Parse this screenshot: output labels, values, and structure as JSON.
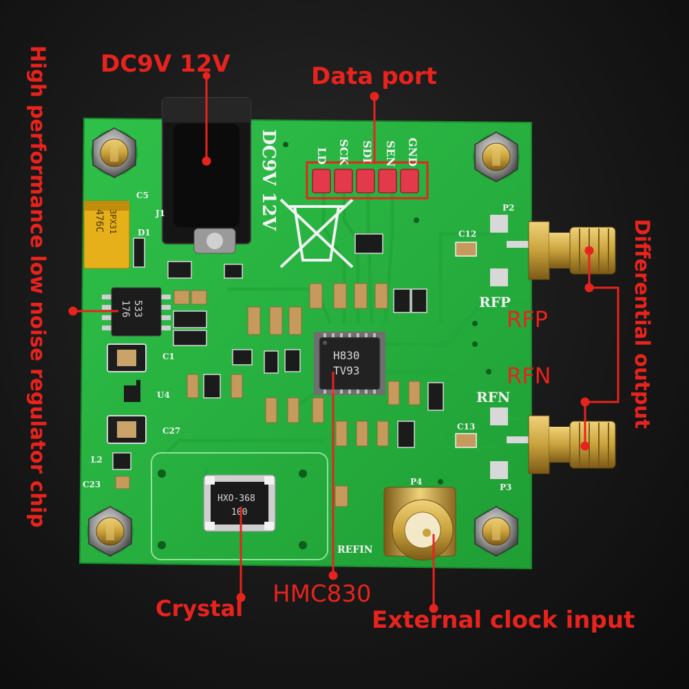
{
  "annotations": {
    "power_input": "DC9V 12V",
    "data_port": "Data port",
    "regulator": "High performance low noise regulator chip",
    "differential_output": "Differential output",
    "rfp": "RFP",
    "rfn": "RFN",
    "crystal": "Crystal",
    "main_chip": "HMC830",
    "ext_clock": "External clock input"
  },
  "silkscreen": {
    "power_label": "DC9V 12V",
    "pins": [
      "LD",
      "SCK",
      "SDI",
      "SEN",
      "GND"
    ],
    "rfp": "RFP",
    "rfn": "RFN",
    "refin": "REFIN",
    "p2": "P2",
    "p3": "P3",
    "p4": "P4",
    "j1": "J1",
    "c12": "C12",
    "c13": "C13",
    "u4": "U4",
    "c27": "C27",
    "c1": "C1",
    "l2": "L2",
    "c23": "C23",
    "c5": "C5",
    "d1": "D1"
  },
  "chips": {
    "main_line1": "H830",
    "main_line2": "TV93",
    "crystal_line1": "HXO-368",
    "crystal_line2": "100",
    "regulator_line1": "533",
    "regulator_line2": "176",
    "tantalum_line1": "476C",
    "tantalum_line2": "3PX31"
  },
  "colors": {
    "callout": "#e8231d",
    "pcb": "#27b63e",
    "gold": "#c9a23c"
  }
}
